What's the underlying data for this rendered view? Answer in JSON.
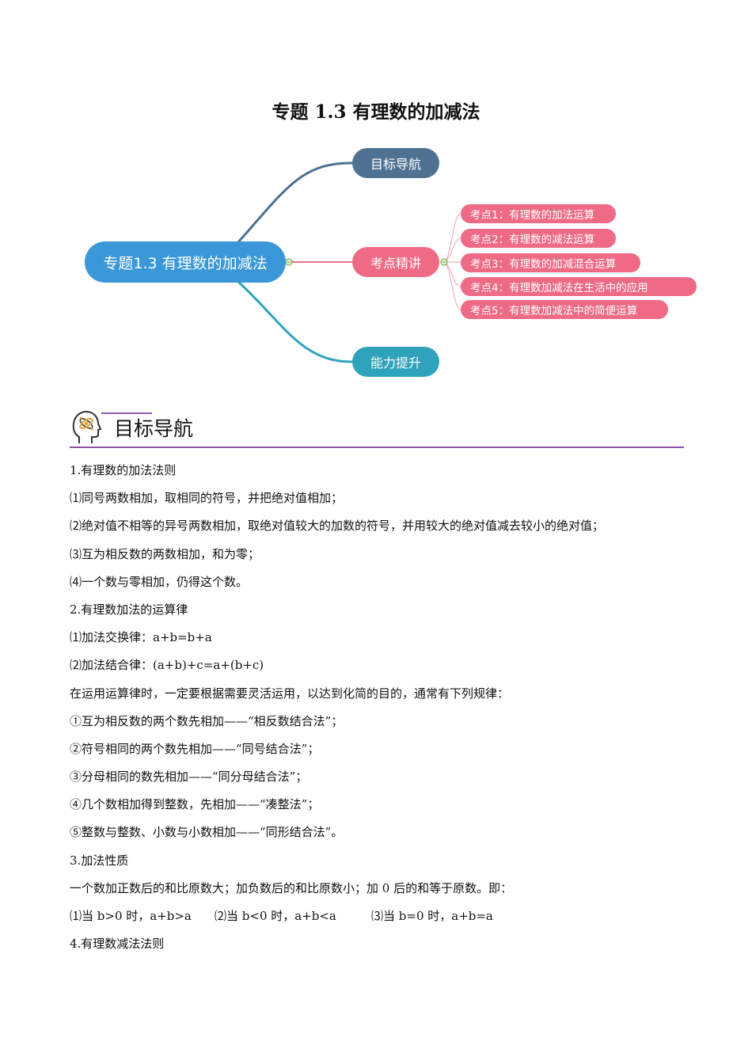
{
  "title": "专题 1.3 有理数的加减法",
  "mindmap": {
    "root": "专题1.3 有理数的加减法",
    "branches": [
      {
        "label": "目标导航",
        "color": "#4f7192"
      },
      {
        "label": "考点精讲",
        "color": "#ef6b85",
        "children": [
          "考点1：有理数的加法运算",
          "考点2：有理数的减法运算",
          "考点3：有理数的加减混合运算",
          "考点4：有理数加减法在生活中的应用",
          "考点5：有理数加减法中的简便运算"
        ]
      },
      {
        "label": "能力提升",
        "color": "#2fa3bb"
      }
    ]
  },
  "section": {
    "icon": "head-atom-icon",
    "title": "目标导航",
    "accent": "#8a4fa4"
  },
  "content": {
    "lines": [
      "1.有理数的加法法则",
      "⑴同号两数相加，取相同的符号，并把绝对值相加；",
      "⑵绝对值不相等的异号两数相加，取绝对值较大的加数的符号，并用较大的绝对值减去较小的绝对值；",
      "⑶互为相反数的两数相加，和为零；",
      "⑷一个数与零相加，仍得这个数。",
      "2.有理数加法的运算律",
      "⑴加法交换律：a+b=b+a",
      "⑵加法结合律：(a+b)+c=a+(b+c)",
      "在运用运算律时，一定要根据需要灵活运用，以达到化简的目的，通常有下列规律：",
      "①互为相反数的两个数先相加——“相反数结合法”；",
      "②符号相同的两个数先相加——“同号结合法”；",
      "③分母相同的数先相加——“同分母结合法”；",
      "④几个数相加得到整数，先相加——“凑整法”；",
      "⑤整数与整数、小数与小数相加——“同形结合法”。",
      "3.加法性质",
      "一个数加正数后的和比原数大；加负数后的和比原数小；加 0 后的和等于原数。即："
    ],
    "cases": [
      "⑴当 b>0 时，a+b>a",
      "⑵当 b<0 时，a+b<a",
      "⑶当 b=0 时，a+b=a"
    ],
    "last_line": "4.有理数减法法则"
  }
}
